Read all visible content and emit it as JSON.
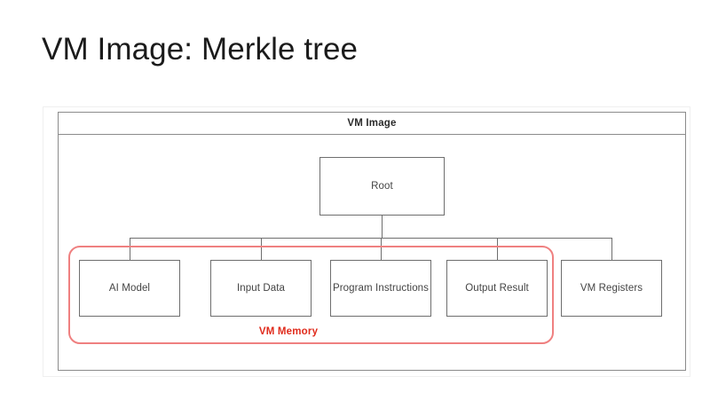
{
  "slide": {
    "title": "VM Image: Merkle tree",
    "background_color": "#ffffff",
    "title_color": "#1b1b1b"
  },
  "diagram": {
    "type": "tree",
    "header_label": "VM Image",
    "frame_border_color": "#8b8b8b",
    "node_border_color": "#6e6e6e",
    "node_text_color": "#444444",
    "root": {
      "label": "Root"
    },
    "leaves": [
      {
        "label": "AI Model",
        "in_group": "VM Memory"
      },
      {
        "label": "Input Data",
        "in_group": "VM Memory"
      },
      {
        "label": "Program Instructions",
        "in_group": "VM Memory"
      },
      {
        "label": "Output Result",
        "in_group": "VM Memory"
      },
      {
        "label": "VM Registers",
        "in_group": null
      }
    ],
    "group_annotation": {
      "label": "VM Memory",
      "color": "#e02b1c",
      "outline_color": "#ef8080",
      "covers": [
        "AI Model",
        "Input Data",
        "Program Instructions",
        "Output Result"
      ]
    }
  }
}
